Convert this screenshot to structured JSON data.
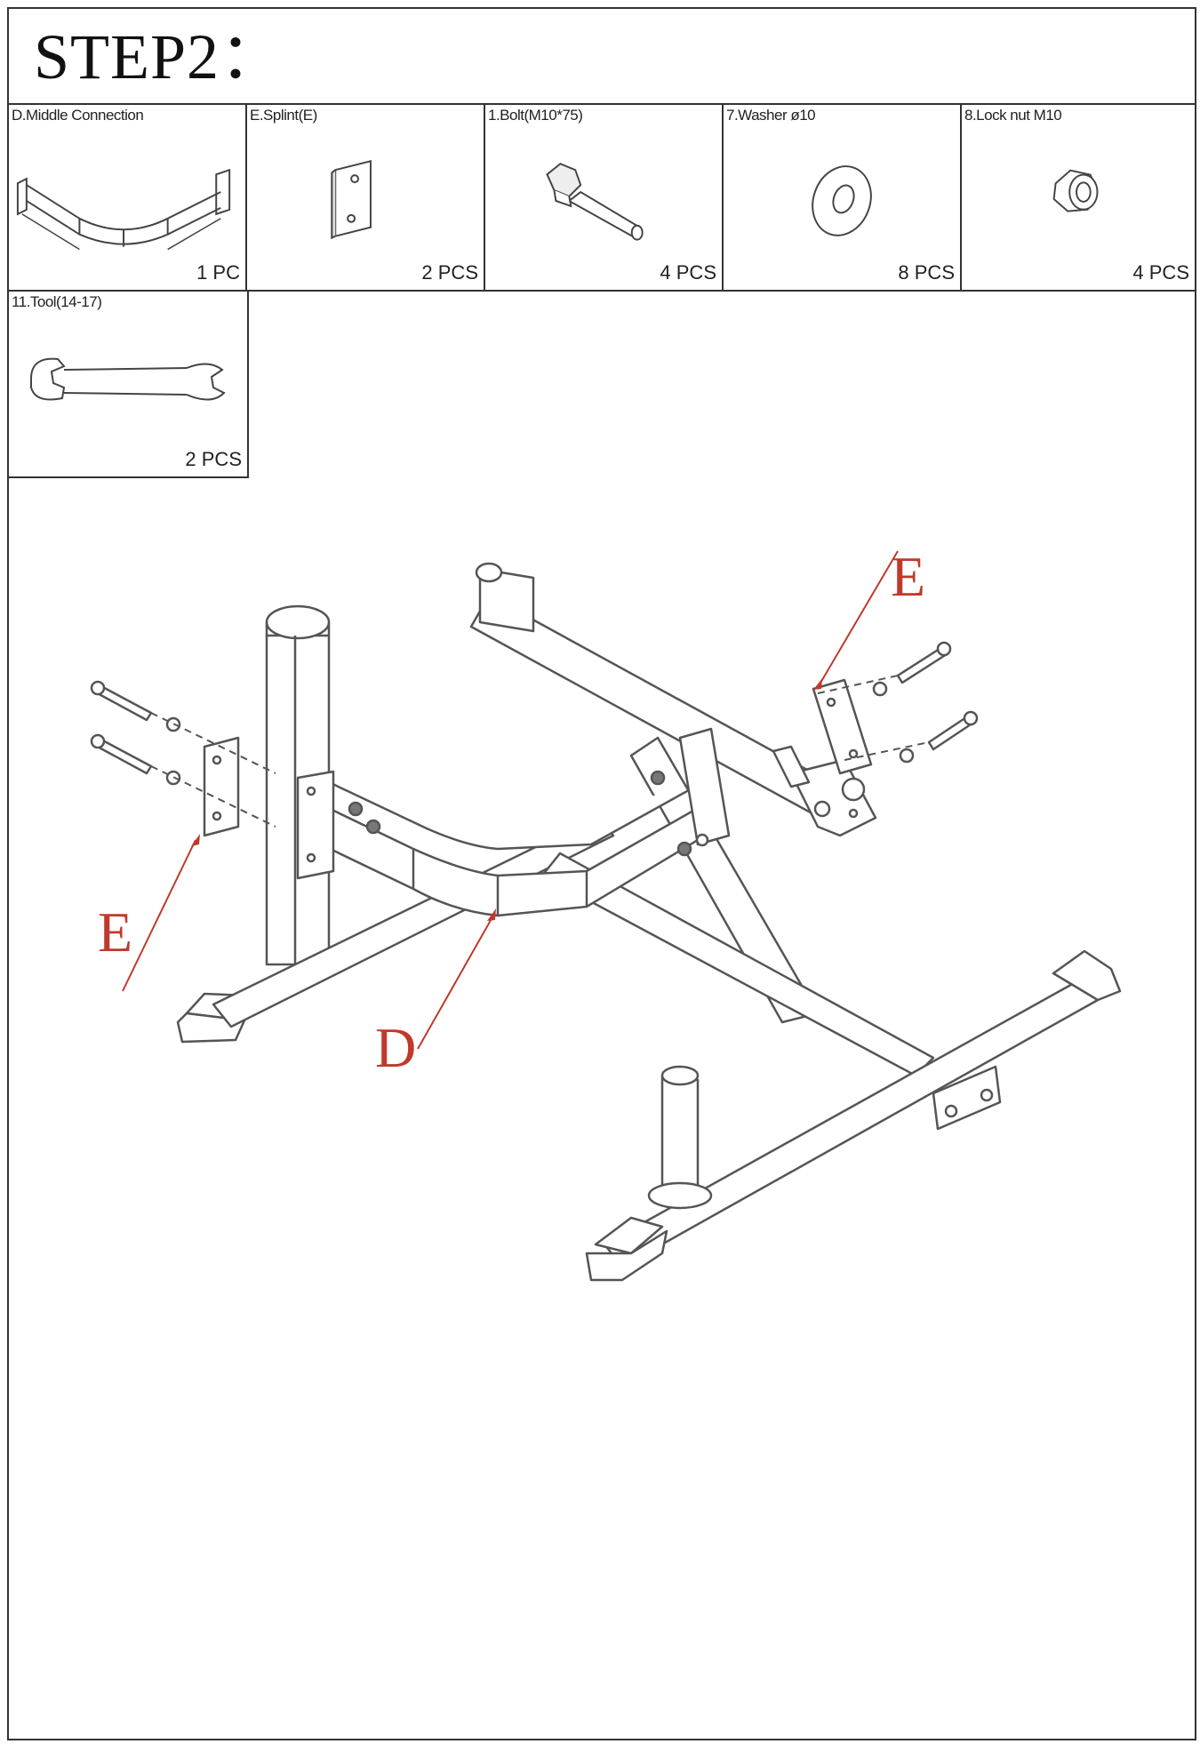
{
  "step": {
    "title": "STEP2："
  },
  "parts": [
    {
      "name": "D.Middle Connection",
      "qty": "1 PC",
      "icon": "middle-connection-icon"
    },
    {
      "name": "E.Splint(E)",
      "qty": "2 PCS",
      "icon": "splint-icon"
    },
    {
      "name": "1.Bolt(M10*75)",
      "qty": "4 PCS",
      "icon": "bolt-icon"
    },
    {
      "name": "7.Washer ø10",
      "qty": "8 PCS",
      "icon": "washer-icon"
    },
    {
      "name": "8.Lock nut M10",
      "qty": "4 PCS",
      "icon": "lock-nut-icon"
    },
    {
      "name": "11.Tool(14-17)",
      "qty": "2 PCS",
      "icon": "wrench-icon"
    }
  ],
  "diagram": {
    "callouts": [
      {
        "label": "E"
      },
      {
        "label": "E"
      },
      {
        "label": "D"
      }
    ],
    "callout_color": "#c0392b",
    "line_color": "#555555"
  }
}
